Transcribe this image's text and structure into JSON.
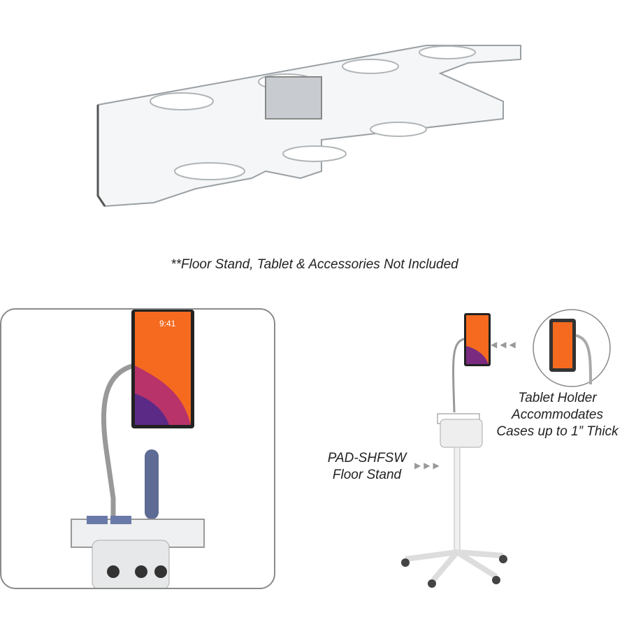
{
  "caption": "**Floor Stand, Tablet & Accessories Not Included",
  "tablet_time": "9:41",
  "labels": {
    "floor_stand": [
      "PAD-SHFSW",
      "Floor Stand"
    ],
    "tablet_holder": [
      "Tablet Holder",
      "Accommodates",
      "Cases up to 1” Thick"
    ]
  },
  "arrow_glyph": "▶▶▶",
  "arrow_left_glyph": "◀◀◀"
}
